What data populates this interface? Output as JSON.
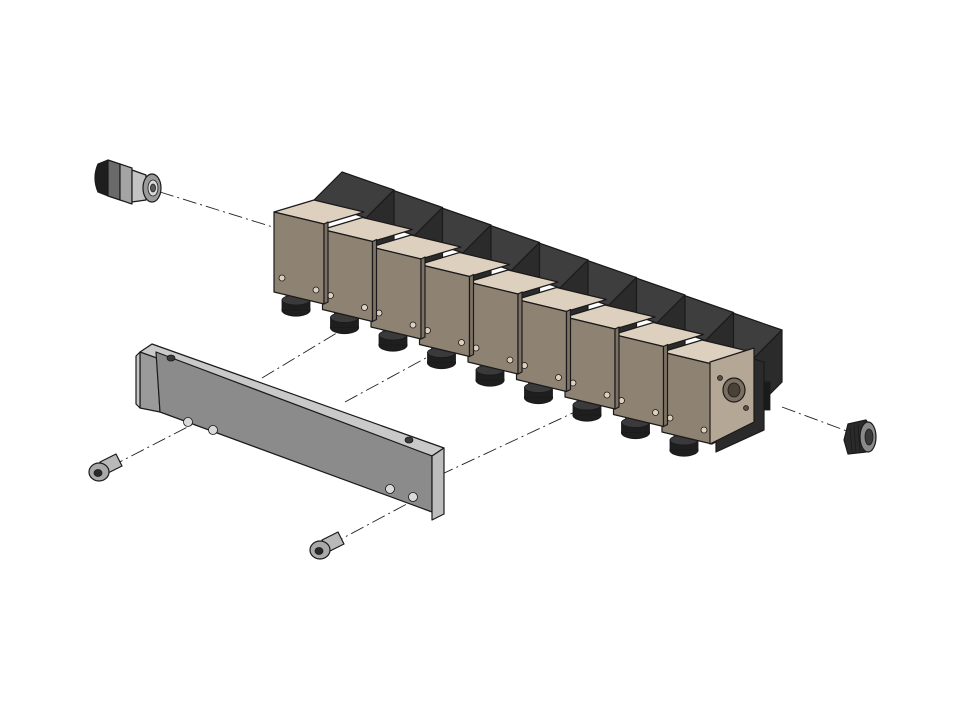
{
  "colors": {
    "background": "#ffffff",
    "coil_black": "#2b2b2b",
    "coil_black_top": "#3e3e3e",
    "valve_face": "#8e8273",
    "valve_face_dark": "#7c7164",
    "valve_top": "#ddd0bf",
    "valve_side": "#b5a795",
    "fitting_ring": "#9a9a9a",
    "fitting_black": "#1e1e1e",
    "bracket_face": "#8b8b8b",
    "bracket_edge": "#b8b8b8",
    "screw": "#a9a9a9",
    "outline": "#1a1a1a"
  },
  "diagram": {
    "valve_count": 9,
    "parts": [
      {
        "name": "push-in-fitting",
        "icon": "fitting-icon"
      },
      {
        "name": "valve-manifold",
        "icon": "manifold-icon"
      },
      {
        "name": "mounting-bracket",
        "icon": "bracket-icon"
      },
      {
        "name": "cap-screw-left",
        "icon": "screw-icon"
      },
      {
        "name": "cap-screw-right",
        "icon": "screw-icon"
      },
      {
        "name": "end-plug",
        "icon": "plug-icon"
      }
    ]
  }
}
